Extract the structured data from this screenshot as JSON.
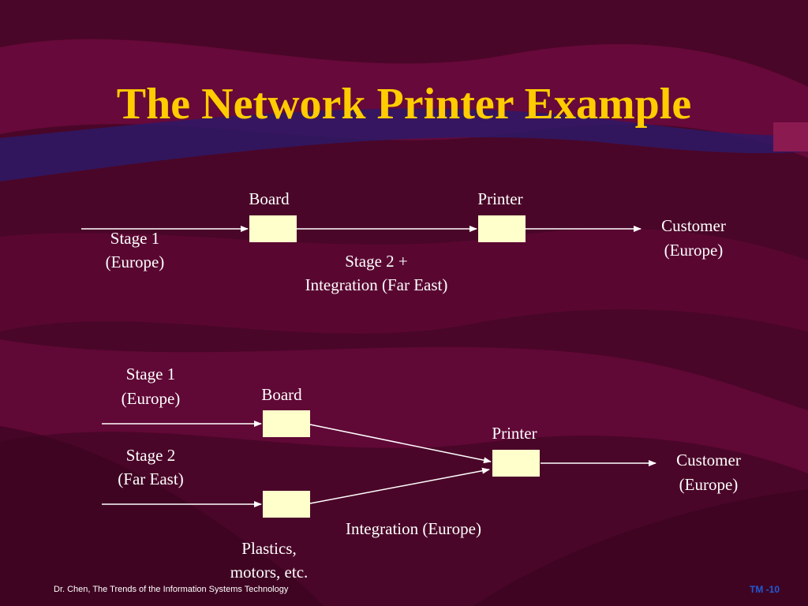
{
  "title": "The Network Printer Example",
  "colors": {
    "title": "#ffcc00",
    "background": "#4a0628",
    "box_fill": "#ffffcc",
    "text": "#ffffff",
    "slide_number": "#1e5bd6"
  },
  "diagram1": {
    "node_board": "Board",
    "node_printer": "Printer",
    "stage1_line1": "Stage 1",
    "stage1_line2": "(Europe)",
    "stage2_line1": "Stage 2 +",
    "stage2_line2": "Integration (Far East)",
    "customer_line1": "Customer",
    "customer_line2": "(Europe)"
  },
  "diagram2": {
    "stage1_line1": "Stage 1",
    "stage1_line2": "(Europe)",
    "node_board": "Board",
    "stage2_line1": "Stage 2",
    "stage2_line2": "(Far East)",
    "node_printer": "Printer",
    "customer_line1": "Customer",
    "customer_line2": "(Europe)",
    "integration": "Integration (Europe)",
    "plastics_line1": "Plastics,",
    "plastics_line2": "motors, etc."
  },
  "footer": {
    "text": "Dr. Chen, The Trends of the Information Systems Technology",
    "slide_number": "TM -10"
  }
}
